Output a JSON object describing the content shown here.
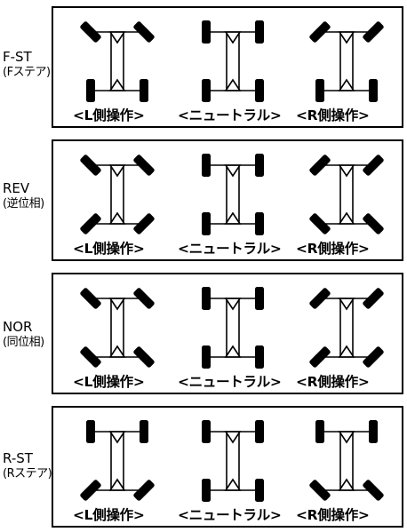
{
  "rows": [
    {
      "mode_code": "F-ST",
      "mode_sub": "(Fステア)",
      "cars": [
        {
          "front": "left",
          "rear": "straight"
        },
        {
          "front": "straight",
          "rear": "straight"
        },
        {
          "front": "right",
          "rear": "straight"
        }
      ],
      "captions": [
        "<L側操作>",
        "<ニュートラル>",
        "<R側操作>"
      ]
    },
    {
      "mode_code": "REV",
      "mode_sub": "(逆位相)",
      "cars": [
        {
          "front": "left",
          "rear": "right"
        },
        {
          "front": "straight",
          "rear": "straight"
        },
        {
          "front": "right",
          "rear": "left"
        }
      ],
      "captions": [
        "<L側操作>",
        "<ニュートラル>",
        "<R側操作>"
      ]
    },
    {
      "mode_code": "NOR",
      "mode_sub": "(同位相)",
      "cars": [
        {
          "front": "left",
          "rear": "left"
        },
        {
          "front": "straight",
          "rear": "straight"
        },
        {
          "front": "right",
          "rear": "right"
        }
      ],
      "captions": [
        "<L側操作>",
        "<ニュートラル>",
        "<R側操作>"
      ]
    },
    {
      "mode_code": "R-ST",
      "mode_sub": "(Rステア)",
      "cars": [
        {
          "front": "straight",
          "rear": "right"
        },
        {
          "front": "straight",
          "rear": "straight"
        },
        {
          "front": "straight",
          "rear": "left"
        }
      ],
      "captions": [
        "<L側操作>",
        "<ニュートラル>",
        "<R側操作>"
      ]
    }
  ]
}
